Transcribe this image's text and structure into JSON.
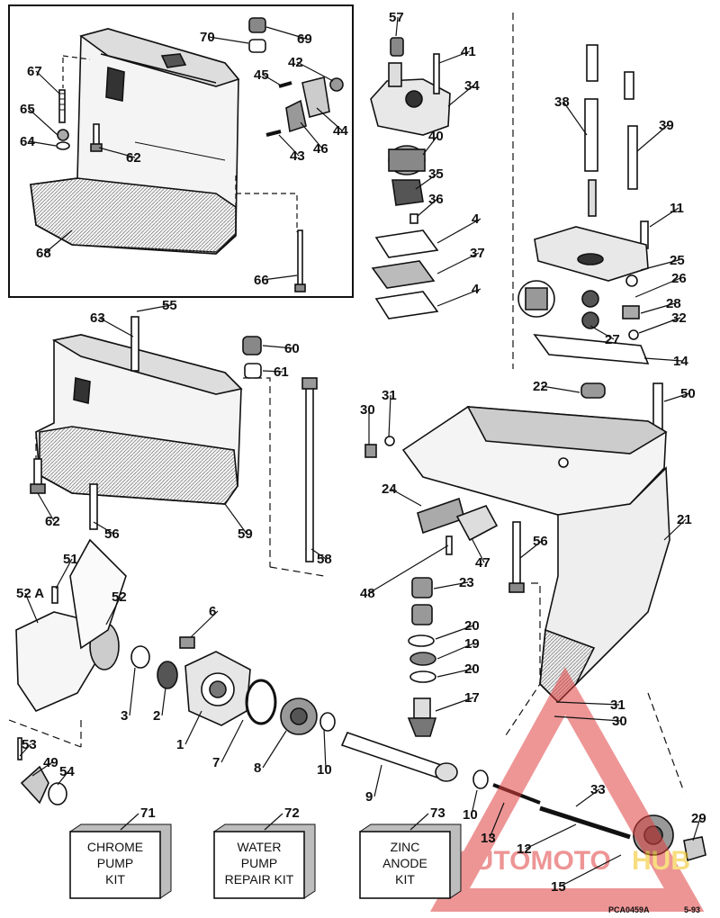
{
  "part_numbers": [
    "1",
    "2",
    "3",
    "4",
    "4",
    "6",
    "7",
    "8",
    "9",
    "10",
    "10",
    "11",
    "12",
    "13",
    "14",
    "15",
    "17",
    "19",
    "20",
    "20",
    "21",
    "22",
    "23",
    "24",
    "25",
    "26",
    "27",
    "28",
    "29",
    "30",
    "30",
    "31",
    "31",
    "32",
    "33",
    "34",
    "35",
    "36",
    "37",
    "38",
    "39",
    "40",
    "41",
    "42",
    "43",
    "44",
    "45",
    "46",
    "47",
    "48",
    "49",
    "50",
    "51",
    "52",
    "52 A",
    "53",
    "54",
    "55",
    "56",
    "56",
    "57",
    "58",
    "59",
    "60",
    "61",
    "62",
    "62",
    "63",
    "64",
    "65",
    "66",
    "67",
    "68",
    "69",
    "70",
    "71",
    "72",
    "73"
  ],
  "kits": [
    {
      "number": "71",
      "lines": [
        "CHROME",
        "PUMP",
        "KIT"
      ]
    },
    {
      "number": "72",
      "lines": [
        "WATER",
        "PUMP",
        "REPAIR KIT"
      ]
    },
    {
      "number": "73",
      "lines": [
        "ZINC",
        "ANODE",
        "KIT"
      ]
    }
  ],
  "footer": {
    "code": "PCA0459A",
    "date": "5-93"
  },
  "watermark": {
    "text_primary": "AUTOMOTO",
    "text_secondary": "HUB",
    "color_primary": "#e04040",
    "color_secondary": "#f2c21a"
  },
  "colors": {
    "ink": "#111111",
    "paper": "#ffffff",
    "shade": "#bdbdbd"
  }
}
